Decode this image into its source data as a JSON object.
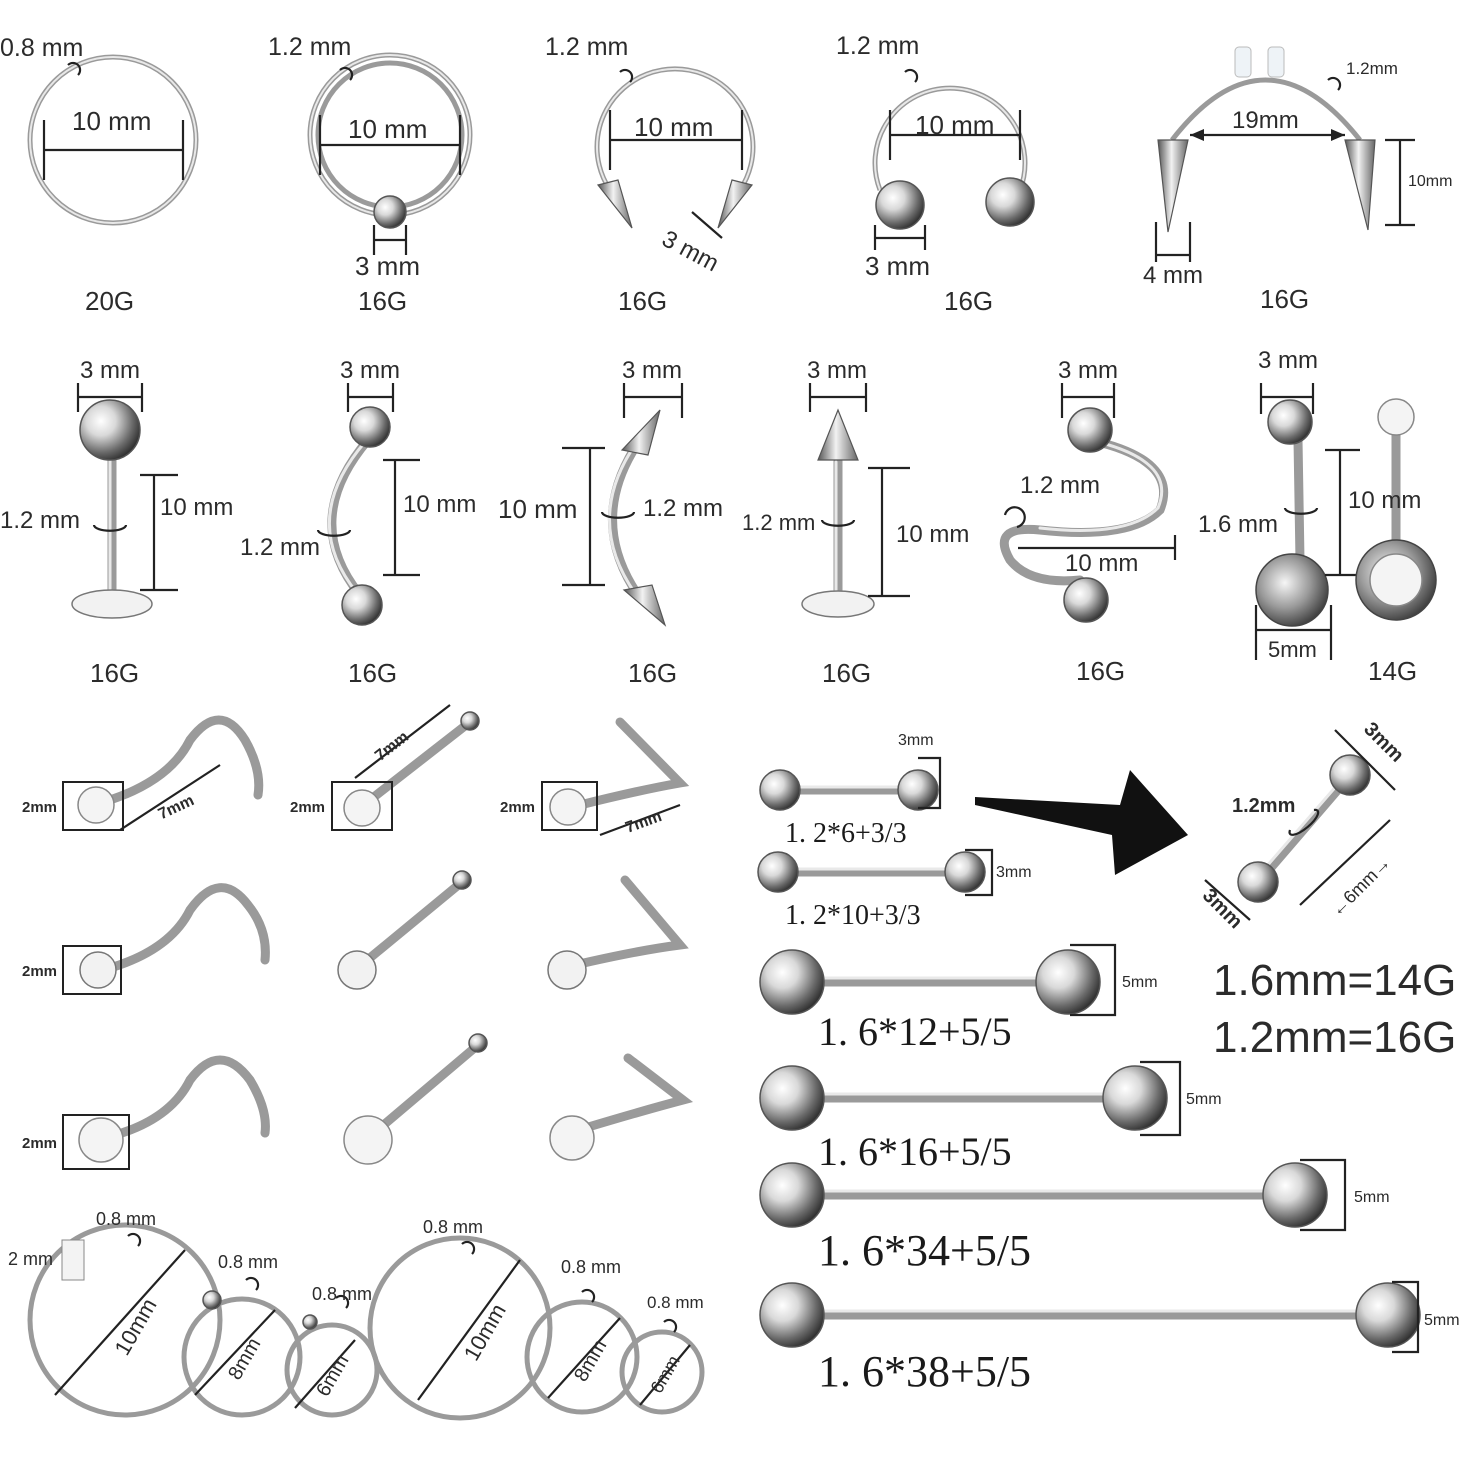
{
  "row1": {
    "items": [
      {
        "wire": "0.8 mm",
        "diameter": "10 mm",
        "gauge": "20G"
      },
      {
        "wire": "1.2 mm",
        "diameter": "10 mm",
        "ball": "3 mm",
        "gauge": "16G"
      },
      {
        "wire": "1.2 mm",
        "diameter": "10 mm",
        "spike": "3 mm",
        "gauge": "16G"
      },
      {
        "wire": "1.2 mm",
        "diameter": "10 mm",
        "ball": "3 mm",
        "gauge": "16G"
      },
      {
        "wire": "1.2mm",
        "width": "19mm",
        "height": "10mm",
        "spike": "4 mm",
        "gauge": "16G"
      }
    ]
  },
  "row2": {
    "items": [
      {
        "top": "3 mm",
        "wire": "1.2 mm",
        "length": "10 mm",
        "gauge": "16G"
      },
      {
        "top": "3 mm",
        "wire": "1.2 mm",
        "length": "10 mm",
        "gauge": "16G"
      },
      {
        "top": "3 mm",
        "wire": "1.2 mm",
        "length": "10 mm",
        "gauge": "16G"
      },
      {
        "top": "3 mm",
        "wire": "1.2 mm",
        "length": "10 mm",
        "gauge": "16G"
      },
      {
        "top": "3 mm",
        "wire": "1.2 mm",
        "length": "10 mm",
        "gauge": "16G"
      },
      {
        "top": "3 mm",
        "wire": "1.6 mm",
        "length": "10 mm",
        "bottom": "5mm",
        "gauge": "14G"
      }
    ]
  },
  "nose_studs": {
    "gem_size": "2mm",
    "post_length": "7mm",
    "post_length_2": "7mm",
    "post_length_3": "7mm"
  },
  "hoops": {
    "wire": "0.8 mm",
    "end": "2 mm",
    "sizes": [
      "10mm",
      "8mm",
      "6mm"
    ]
  },
  "barbells": {
    "items": [
      {
        "label": "1. 2*6+3/3",
        "ball": "3mm"
      },
      {
        "label": "1. 2*10+3/3",
        "ball": "3mm"
      },
      {
        "label": "1. 6*12+5/5",
        "ball": "5mm"
      },
      {
        "label": "1. 6*16+5/5",
        "ball": "5mm"
      },
      {
        "label": "1. 6*34+5/5",
        "ball": "5mm"
      },
      {
        "label": "1. 6*38+5/5",
        "ball": "5mm"
      }
    ],
    "detail": {
      "wire": "1.2mm",
      "ball_top": "3mm",
      "ball_bottom": "3mm",
      "length": "←6mm→"
    }
  },
  "legend": {
    "line1": "1.6mm=14G",
    "line2": "1.2mm=16G"
  }
}
